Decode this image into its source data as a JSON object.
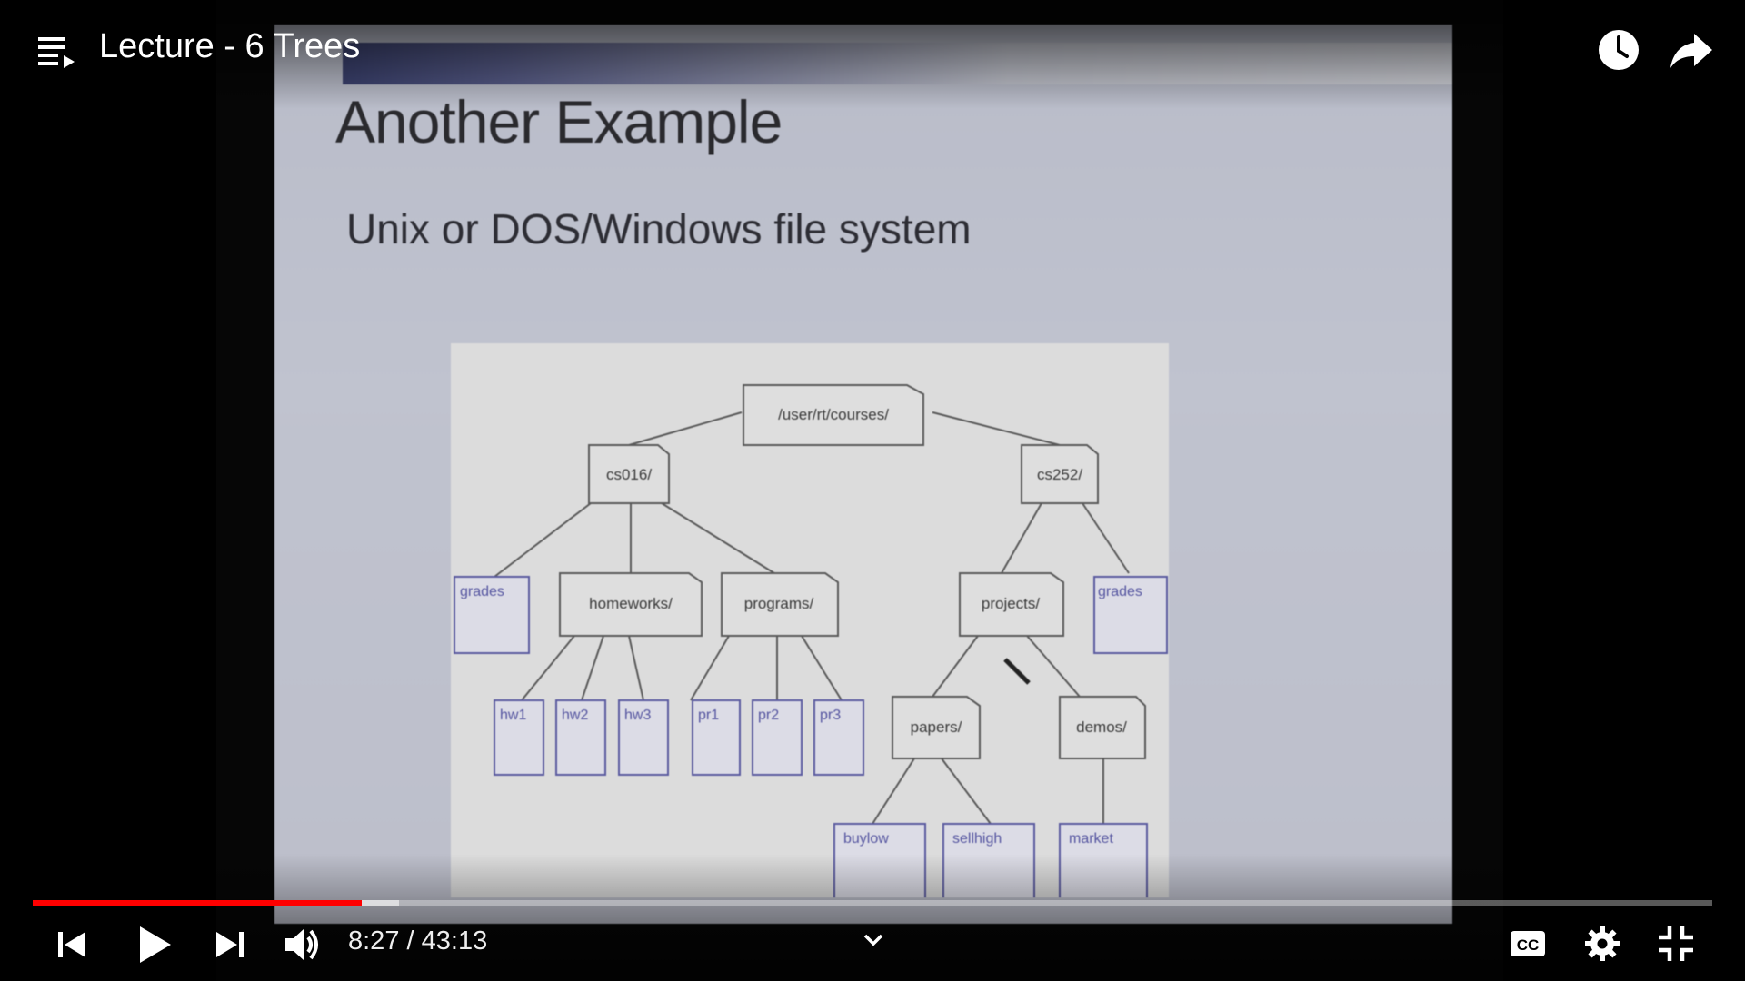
{
  "player": {
    "title": "Lecture - 6 Trees",
    "time": {
      "current": "8:27",
      "separator": " / ",
      "duration": "43:13"
    },
    "progress": {
      "played_fraction": 0.196,
      "buffered_fraction": 0.218
    },
    "colors": {
      "played": "#ff0000",
      "background": "#000000"
    }
  },
  "slide": {
    "title": "Another Example",
    "subtitle": "Unix or DOS/Windows file system",
    "tree": {
      "root": "/user/rt/courses/",
      "dir_a": "cs016/",
      "dir_b": "cs252/",
      "a_grades": "grades",
      "a_homeworks": "homeworks/",
      "a_programs": "programs/",
      "b_projects": "projects/",
      "b_grades": "grades",
      "hw1": "hw1",
      "hw2": "hw2",
      "hw3": "hw3",
      "pr1": "pr1",
      "pr2": "pr2",
      "pr3": "pr3",
      "papers": "papers/",
      "demos": "demos/",
      "buylow": "buylow",
      "sellhigh": "sellhigh",
      "market": "market"
    }
  },
  "icons": {
    "playlist": "playlist-icon",
    "watch_later": "clock-icon",
    "share": "share-arrow-icon",
    "prev": "skip-previous-icon",
    "play": "play-icon",
    "next": "skip-next-icon",
    "volume": "volume-icon",
    "chevron": "chevron-down-icon",
    "cc": "closed-captions-icon",
    "settings": "gear-icon",
    "exit_fullscreen": "exit-fullscreen-icon"
  }
}
